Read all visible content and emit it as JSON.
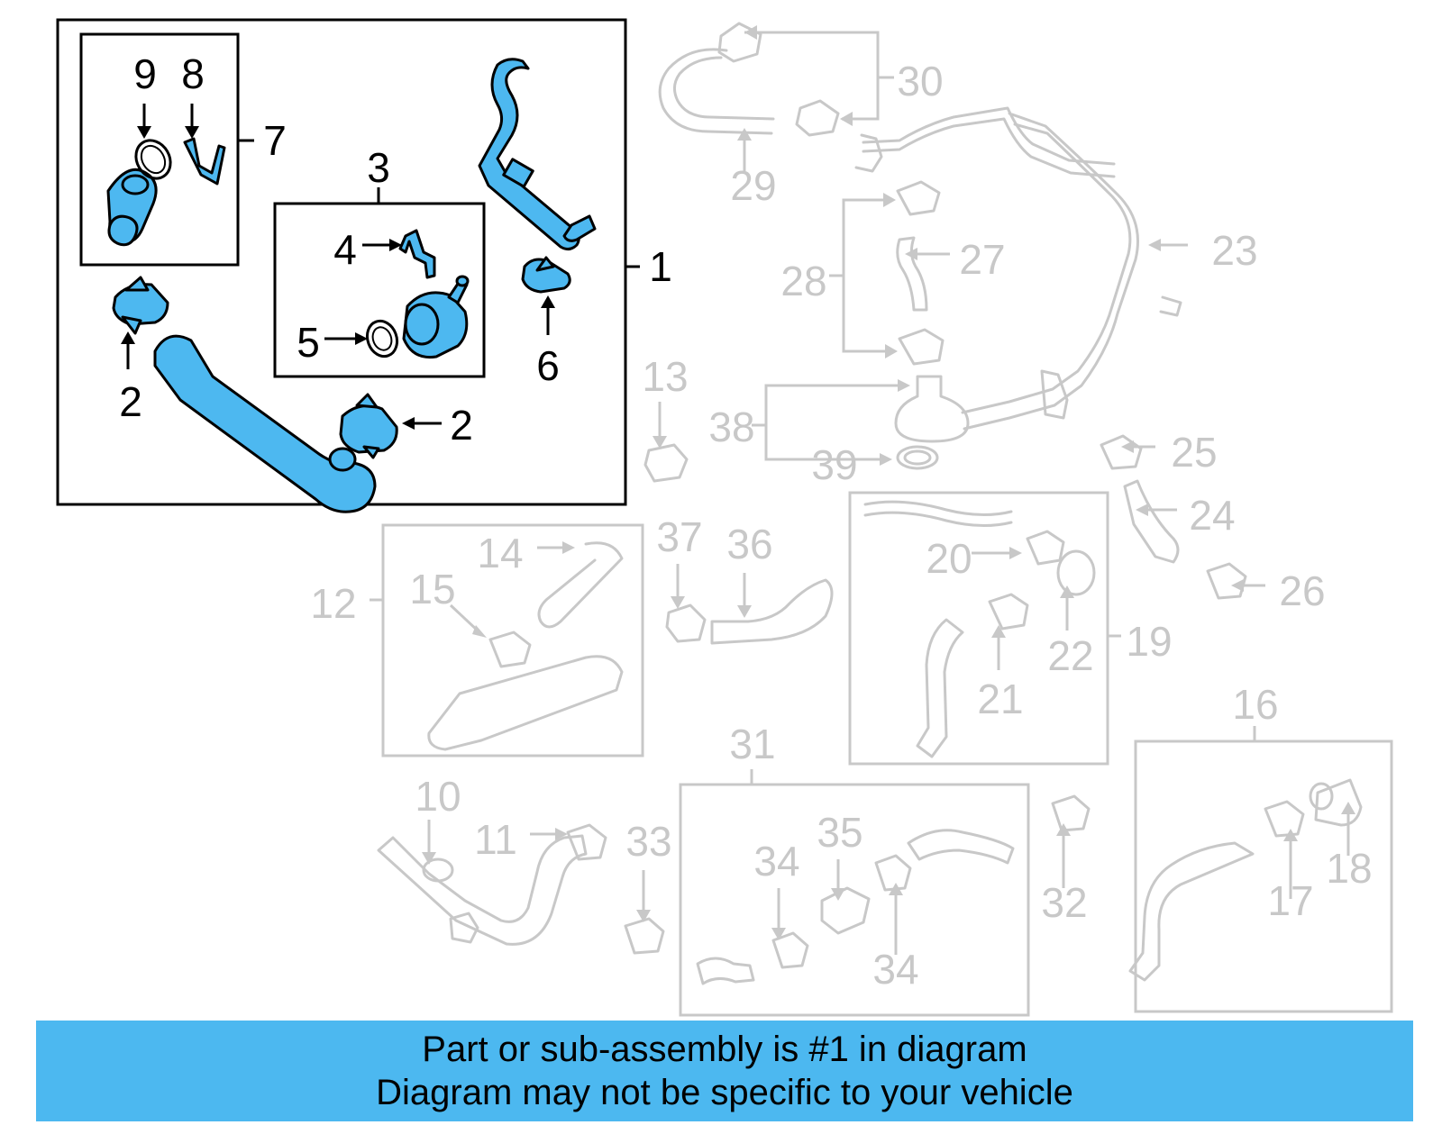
{
  "callouts": {
    "c1": "1",
    "c2a": "2",
    "c2b": "2",
    "c3": "3",
    "c4": "4",
    "c5": "5",
    "c6": "6",
    "c7": "7",
    "c8": "8",
    "c9": "9",
    "c10": "10",
    "c11": "11",
    "c12": "12",
    "c13": "13",
    "c14": "14",
    "c15": "15",
    "c16": "16",
    "c17": "17",
    "c18": "18",
    "c19": "19",
    "c20": "20",
    "c21": "21",
    "c22": "22",
    "c23": "23",
    "c24": "24",
    "c25": "25",
    "c26": "26",
    "c27": "27",
    "c28": "28",
    "c29": "29",
    "c30": "30",
    "c31": "31",
    "c32": "32",
    "c33": "33",
    "c34a": "34",
    "c34b": "34",
    "c35": "35",
    "c36": "36",
    "c37": "37",
    "c38": "38",
    "c39": "39"
  },
  "banner": {
    "line1": "Part or sub-assembly is #1 in diagram",
    "line2": "Diagram may not be specific to your vehicle"
  },
  "colors": {
    "highlight": "#4db8f0",
    "banner": "#4cb8f0",
    "dimmed": "#c8c8c8"
  }
}
